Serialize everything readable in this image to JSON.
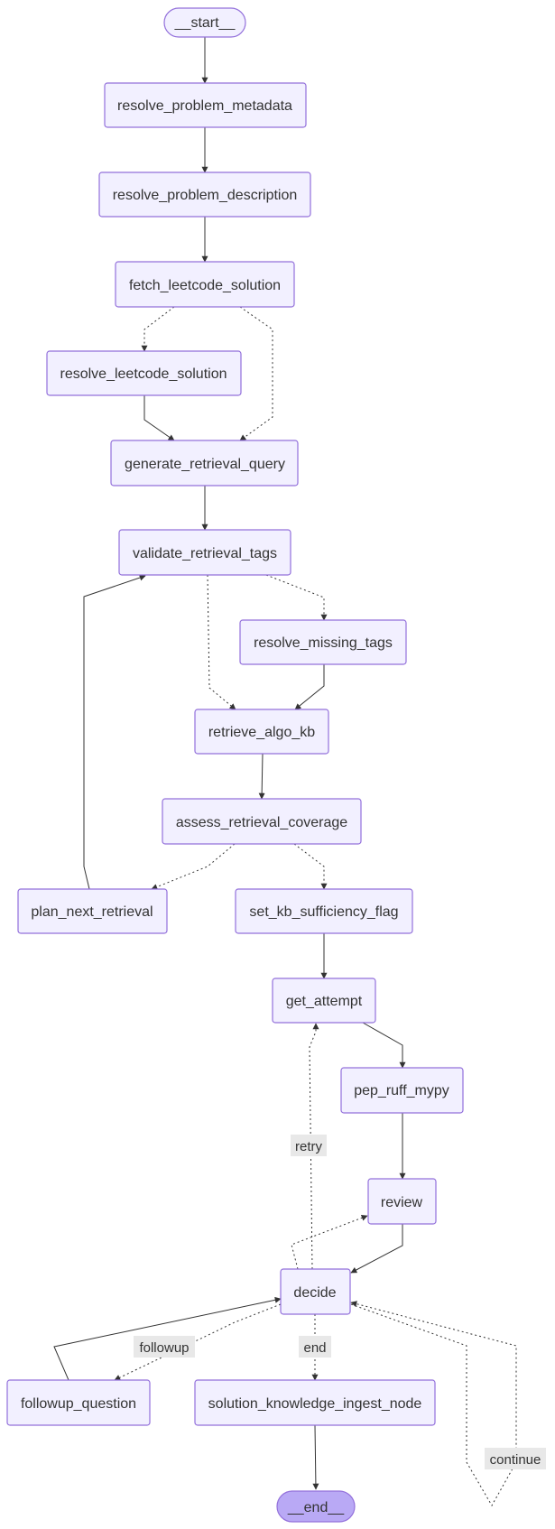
{
  "diagram": {
    "nodes": {
      "start": "__start__",
      "resolve_problem_metadata": "resolve_problem_metadata",
      "resolve_problem_description": "resolve_problem_description",
      "fetch_leetcode_solution": "fetch_leetcode_solution",
      "resolve_leetcode_solution": "resolve_leetcode_solution",
      "generate_retrieval_query": "generate_retrieval_query",
      "validate_retrieval_tags": "validate_retrieval_tags",
      "resolve_missing_tags": "resolve_missing_tags",
      "retrieve_algo_kb": "retrieve_algo_kb",
      "assess_retrieval_coverage": "assess_retrieval_coverage",
      "plan_next_retrieval": "plan_next_retrieval",
      "set_kb_sufficiency_flag": "set_kb_sufficiency_flag",
      "get_attempt": "get_attempt",
      "pep_ruff_mypy": "pep_ruff_mypy",
      "review": "review",
      "decide": "decide",
      "followup_question": "followup_question",
      "solution_knowledge_ingest_node": "solution_knowledge_ingest_node",
      "end": "__end__"
    },
    "edge_labels": {
      "retry": "retry",
      "followup": "followup",
      "end": "end",
      "continue": "continue"
    },
    "colors": {
      "node_fill": "#f2f0ff",
      "node_stroke": "#9370db",
      "end_fill": "#b9a9f5",
      "edge": "#333333",
      "label_bg": "#e8e8e8"
    }
  }
}
